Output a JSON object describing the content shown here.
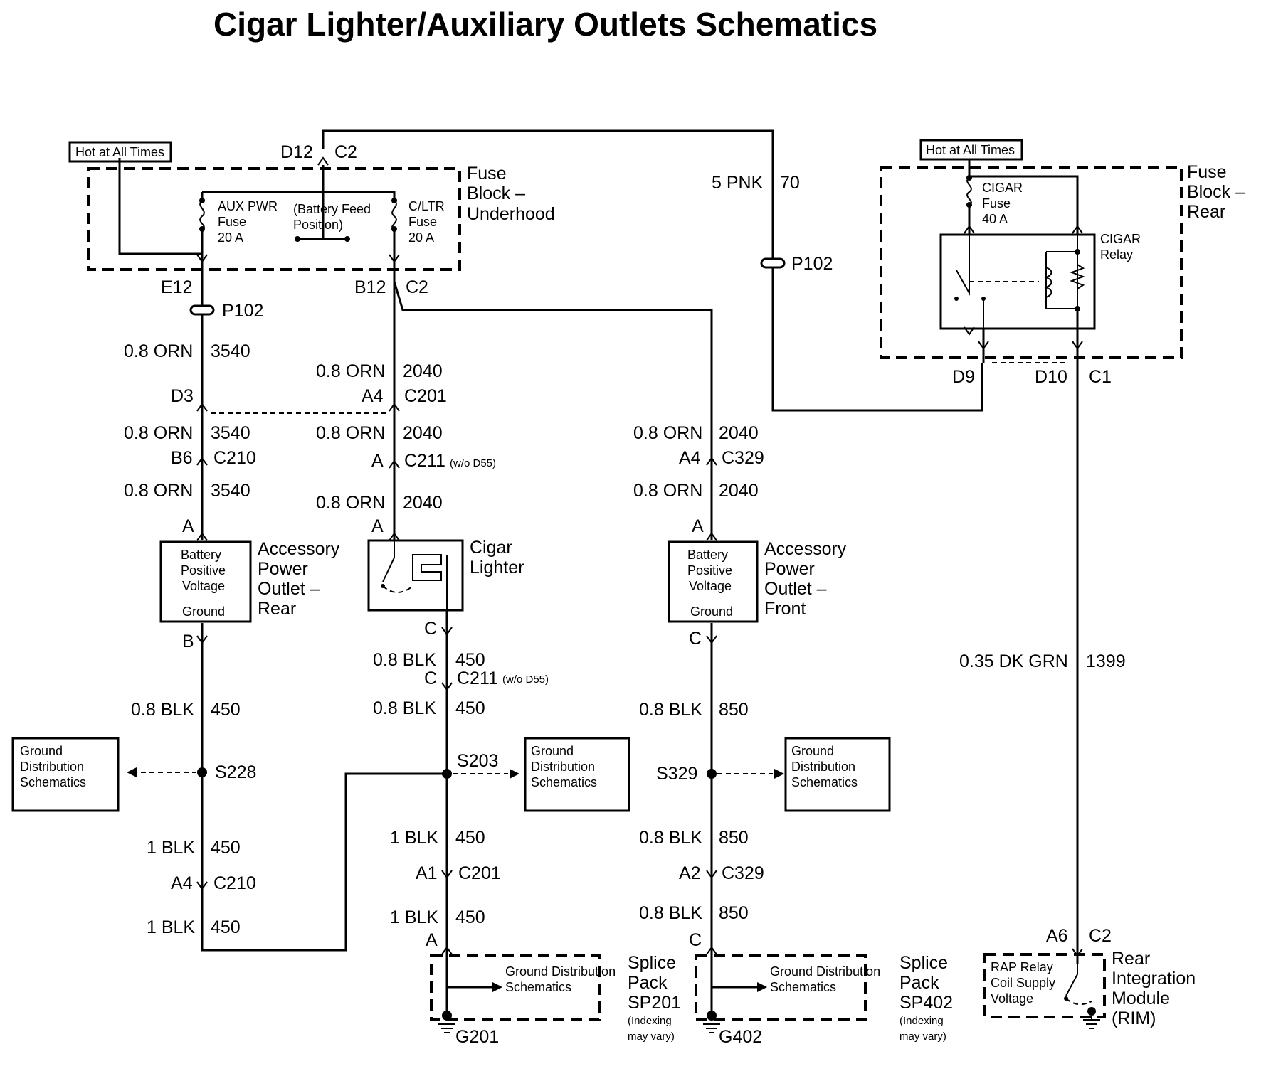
{
  "title": "Cigar Lighter/Auxiliary Outlets Schematics",
  "fuse_block_underhood": {
    "hot_label": "Hot at All Times",
    "name_lines": [
      "Fuse",
      "Block –",
      "Underhood"
    ],
    "aux_fuse": [
      "AUX PWR",
      "Fuse",
      "20 A"
    ],
    "battery_feed": [
      "(Battery Feed",
      "Position)"
    ],
    "cltr_fuse": [
      "C/LTR",
      "Fuse",
      "20 A"
    ],
    "pins": {
      "d12": "D12",
      "c2_top": "C2",
      "e12": "E12",
      "b12": "B12",
      "c2_bottom": "C2"
    }
  },
  "fuse_block_rear": {
    "hot_label": "Hot at All Times",
    "name_lines": [
      "Fuse",
      "Block –",
      "Rear"
    ],
    "cigar_fuse": [
      "CIGAR",
      "Fuse",
      "40 A"
    ],
    "relay": [
      "CIGAR",
      "Relay"
    ],
    "pins": {
      "d9": "D9",
      "d10": "D10",
      "c1": "C1"
    }
  },
  "wires": {
    "w1_gauge": "5 PNK",
    "w1_circuit": "70",
    "p102_a": "P102",
    "p102_b": "P102",
    "orn3540_a_g": "0.8 ORN",
    "orn3540_a_c": "3540",
    "orn3540_b_g": "0.8 ORN",
    "orn3540_b_c": "3540",
    "orn3540_c_g": "0.8 ORN",
    "orn3540_c_c": "3540",
    "orn2040_a_g": "0.8 ORN",
    "orn2040_a_c": "2040",
    "orn2040_b_g": "0.8 ORN",
    "orn2040_b_c": "2040",
    "orn2040_c_g": "0.8 ORN",
    "orn2040_c_c": "2040",
    "orn2040_d_g": "0.8 ORN",
    "orn2040_d_c": "2040",
    "orn2040_e_g": "0.8 ORN",
    "orn2040_e_c": "2040",
    "blk450_a_g": "0.8 BLK",
    "blk450_a_c": "450",
    "blk450_b_g": "1 BLK",
    "blk450_b_c": "450",
    "blk450_c_g": "1 BLK",
    "blk450_c_c": "450",
    "blk450_d_g": "0.8 BLK",
    "blk450_d_c": "450",
    "blk450_e_g": "0.8 BLK",
    "blk450_e_c": "450",
    "blk450_f_g": "1 BLK",
    "blk450_f_c": "450",
    "blk450_g_g": "1 BLK",
    "blk450_g_c": "450",
    "blk850_a_g": "0.8 BLK",
    "blk850_a_c": "850",
    "blk850_b_g": "0.8 BLK",
    "blk850_b_c": "850",
    "blk850_c_g": "0.8 BLK",
    "blk850_c_c": "850",
    "grn_g": "0.35 DK GRN",
    "grn_c": "1399"
  },
  "connectors": {
    "d3": "D3",
    "a4_c201": "A4",
    "c201": "C201",
    "b6": "B6",
    "c210_top": "C210",
    "a_c211": "A",
    "c211_top": "C211",
    "wo_d55_top": "(w/o D55)",
    "a4_c329": "A4",
    "c329_top": "C329",
    "a_rear": "A",
    "a_cigar": "A",
    "a_front": "A",
    "b_rear": "B",
    "c_cigar": "C",
    "c_front": "C",
    "c_c211": "C",
    "c211_bottom": "C211",
    "wo_d55_bottom": "(w/o D55)",
    "a4_c210": "A4",
    "c210_bottom": "C210",
    "a1": "A1",
    "c201_bottom": "C201",
    "a2": "A2",
    "c329_bottom": "C329",
    "a_sp201": "A",
    "c_sp402": "C",
    "a6": "A6",
    "c2_rim": "C2"
  },
  "components": {
    "outlet_rear": {
      "inner": [
        "Battery",
        "Positive",
        "Voltage"
      ],
      "ground": "Ground",
      "name": [
        "Accessory",
        "Power",
        "Outlet –",
        "Rear"
      ]
    },
    "cigar_lighter": {
      "name": [
        "Cigar",
        "Lighter"
      ]
    },
    "outlet_front": {
      "inner": [
        "Battery",
        "Positive",
        "Voltage"
      ],
      "ground": "Ground",
      "name": [
        "Accessory",
        "Power",
        "Outlet –",
        "Front"
      ]
    },
    "rim": {
      "inner": [
        "RAP Relay",
        "Coil Supply",
        "Voltage"
      ],
      "name": [
        "Rear",
        "Integration",
        "Module",
        "(RIM)"
      ]
    }
  },
  "splices": {
    "s228": "S228",
    "s203": "S203",
    "s329": "S329"
  },
  "ground_refs": {
    "left": [
      "Ground",
      "Distribution",
      "Schematics"
    ],
    "center": [
      "Ground",
      "Distribution",
      "Schematics"
    ],
    "right": [
      "Ground",
      "Distribution",
      "Schematics"
    ]
  },
  "splice_packs": {
    "sp201": {
      "ref": [
        "Ground Distribution",
        "Schematics"
      ],
      "name": [
        "Splice",
        "Pack",
        "SP201"
      ],
      "note": [
        "(Indexing",
        "may vary)"
      ],
      "ground": "G201"
    },
    "sp402": {
      "ref": [
        "Ground Distribution",
        "Schematics"
      ],
      "name": [
        "Splice",
        "Pack",
        "SP402"
      ],
      "note": [
        "(Indexing",
        "may vary)"
      ],
      "ground": "G402"
    }
  }
}
